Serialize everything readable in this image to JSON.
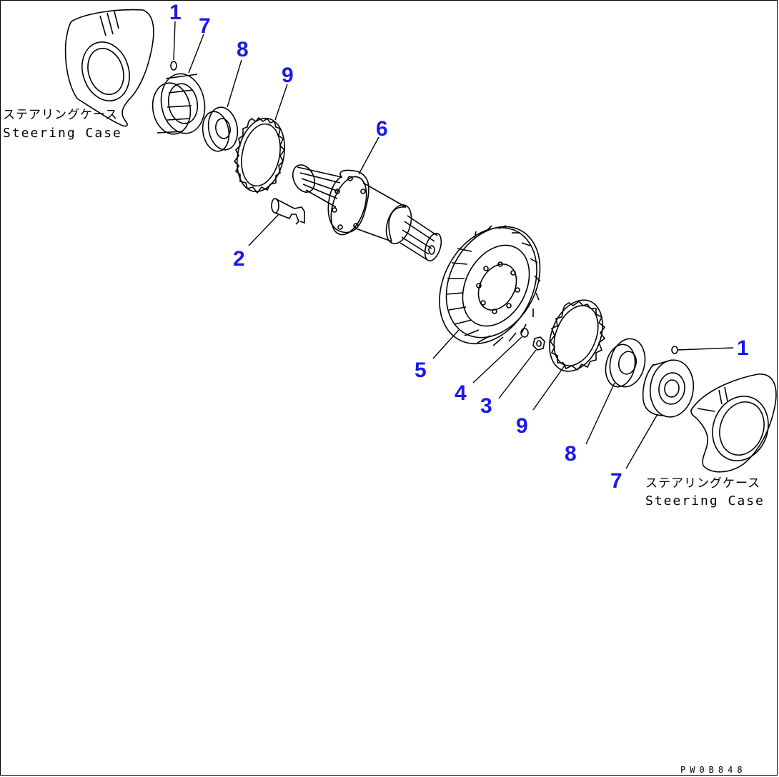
{
  "drawing": {
    "code": "PW0B848",
    "labels": {
      "case_left_jp": "ステアリングケース",
      "case_left_en": "Steering Case",
      "case_right_jp": "ステアリングケース",
      "case_right_en": "Steering Case"
    },
    "callouts": {
      "left_1": "1",
      "left_7": "7",
      "left_8": "8",
      "left_9": "9",
      "shaft_6": "6",
      "bolt_2": "2",
      "gear_5": "5",
      "washer_4": "4",
      "nut_3": "3",
      "right_9": "9",
      "right_8": "8",
      "right_7": "7",
      "right_1": "1"
    },
    "colors": {
      "callout": "#1a1ae6",
      "line": "#000000"
    }
  }
}
